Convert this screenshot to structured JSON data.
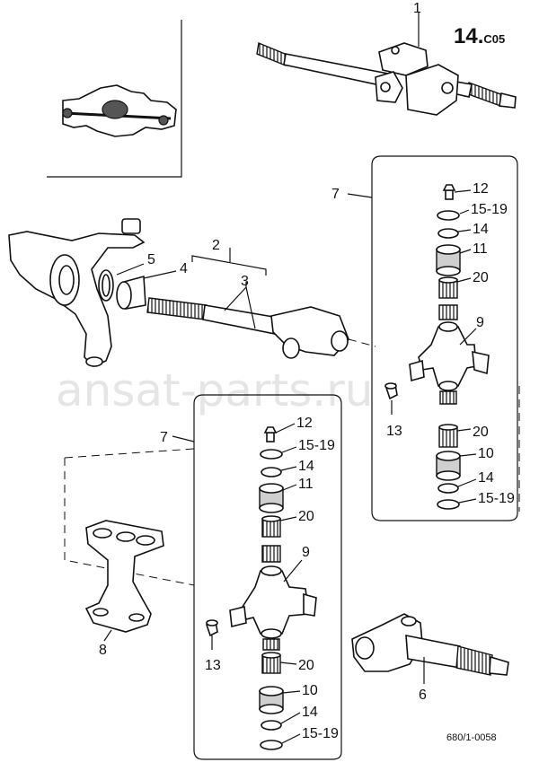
{
  "page_id": {
    "number": "14.",
    "suffix": "C05"
  },
  "drawing_ref": "680/1-0058",
  "watermark": "ansat-parts.ru",
  "labels": {
    "l1": "1",
    "l2": "2",
    "l3": "3",
    "l4": "4",
    "l5": "5",
    "l6": "6",
    "l7a": "7",
    "l7b": "7",
    "l8": "8",
    "ua": {
      "p12": "12",
      "p15a": "15-19",
      "p14a": "14",
      "p11": "11",
      "p20a": "20",
      "p9": "9",
      "p13": "13",
      "p20b": "20",
      "p10": "10",
      "p14b": "14",
      "p15b": "15-19"
    },
    "ub": {
      "p12": "12",
      "p15a": "15-19",
      "p14a": "14",
      "p11": "11",
      "p20a": "20",
      "p9": "9",
      "p13": "13",
      "p20b": "20",
      "p10": "10",
      "p14b": "14",
      "p15b": "15-19"
    }
  }
}
